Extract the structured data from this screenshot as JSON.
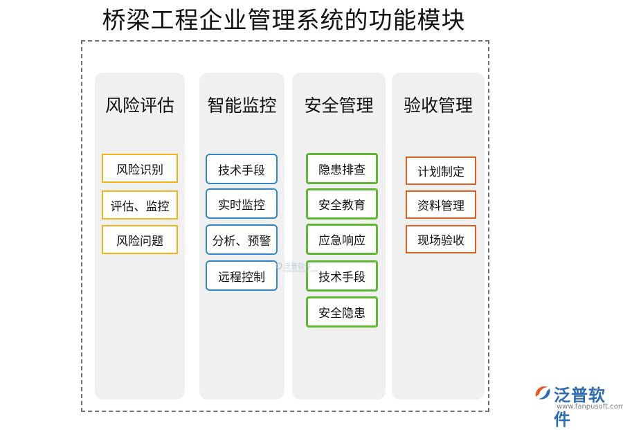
{
  "title": "桥梁工程企业管理系统的功能模块",
  "columns": [
    {
      "title": "风险评估",
      "items": [
        "风险识别",
        "评估、监控",
        "风险问题"
      ]
    },
    {
      "title": "智能监控",
      "items": [
        "技术手段",
        "实时监控",
        "分析、预警",
        "远程控制"
      ]
    },
    {
      "title": "安全管理",
      "items": [
        "隐患排查",
        "安全教育",
        "应急响应",
        "技术手段",
        "安全隐患"
      ]
    },
    {
      "title": "验收管理",
      "items": [
        "计划制定",
        "资料管理",
        "现场验收"
      ]
    }
  ],
  "colors": {
    "risk_border": "#f2b318",
    "monitor_border": "#2f86c8",
    "safety_border": "#5fb832",
    "acceptance_border": "#d9621c",
    "column_bg": "#f0f0f0"
  },
  "watermark": {
    "text": "泛普软件",
    "sub": "www.fanpusoft.com"
  },
  "logo": {
    "name": "泛普软件",
    "url": "www.fanpusoft.com",
    "icon": "fanpu-logo-icon"
  }
}
